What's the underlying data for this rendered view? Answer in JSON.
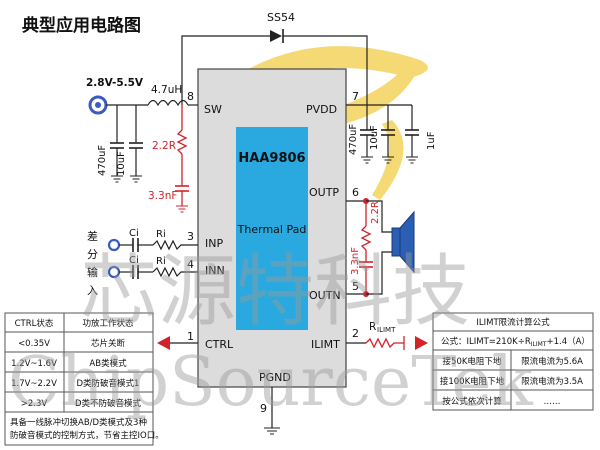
{
  "title": "典型应用电路图",
  "diode_label": "SS54",
  "input_voltage": "2.8V-5.5V",
  "inductor_label": "4.7uH",
  "input_caps": [
    "470uF",
    "10uF"
  ],
  "snubber": {
    "resistor": "2.2R",
    "cap": "3.3nF"
  },
  "output_caps": [
    "470uF",
    "10uF",
    "1uF"
  ],
  "chip": {
    "name": "HAA9806",
    "thermal_pad": "Thermal Pad",
    "pins": {
      "sw": "SW",
      "pvdd": "PVDD",
      "outp": "OUTP",
      "inp": "INP",
      "inn": "INN",
      "outn": "OUTN",
      "ctrl": "CTRL",
      "ilimt": "ILIMT",
      "pgnd": "PGND"
    },
    "pin_numbers": {
      "sw": "8",
      "pvdd": "7",
      "outp": "6",
      "inp": "3",
      "inn": "4",
      "outn": "5",
      "ctrl": "1",
      "ilimt": "2",
      "pgnd": "9"
    }
  },
  "output_snubber": {
    "resistor": "2.2R",
    "cap": "3.3nF"
  },
  "input_section": {
    "label_chars": [
      "差",
      "分",
      "输",
      "入"
    ],
    "ci": "Ci",
    "ri": "Ri"
  },
  "rilimt_label": "R",
  "rilimt_sub": "ILIMT",
  "ctrl_table": {
    "headers": [
      "CTRL状态",
      "功放工作状态"
    ],
    "rows": [
      [
        "<0.35V",
        "芯片关断"
      ],
      [
        "1.2V~1.6V",
        "AB类模式"
      ],
      [
        "1.7V~2.2V",
        "D类防破音模式1"
      ],
      [
        ">2.3V",
        "D类不防破音模式"
      ]
    ],
    "note": [
      "具备一线脉冲切换AB/D类模式及3种",
      "防破音模式的控制方式，节省主控IO口。"
    ]
  },
  "ilimt_table": {
    "title": "ILIMT限流计算公式",
    "formula": "公式：ILIMT=210K÷R",
    "formula_sub": "ILIMT",
    "formula_tail": "+1.4（A）",
    "rows": [
      [
        "接50K电阻下地",
        "限流电流为5.6A"
      ],
      [
        "接100K电阻下地",
        "限流电流为3.5A"
      ],
      [
        "按公式依次计算",
        "……"
      ]
    ]
  },
  "watermark": {
    "cn": "芯源特科技",
    "en": "ChipSourceTek"
  },
  "colors": {
    "chip_body": "#dcdcdc",
    "chip_inner": "#29a9df",
    "accent_red": "#d2232a",
    "logo_yellow": "#f4d35e"
  }
}
